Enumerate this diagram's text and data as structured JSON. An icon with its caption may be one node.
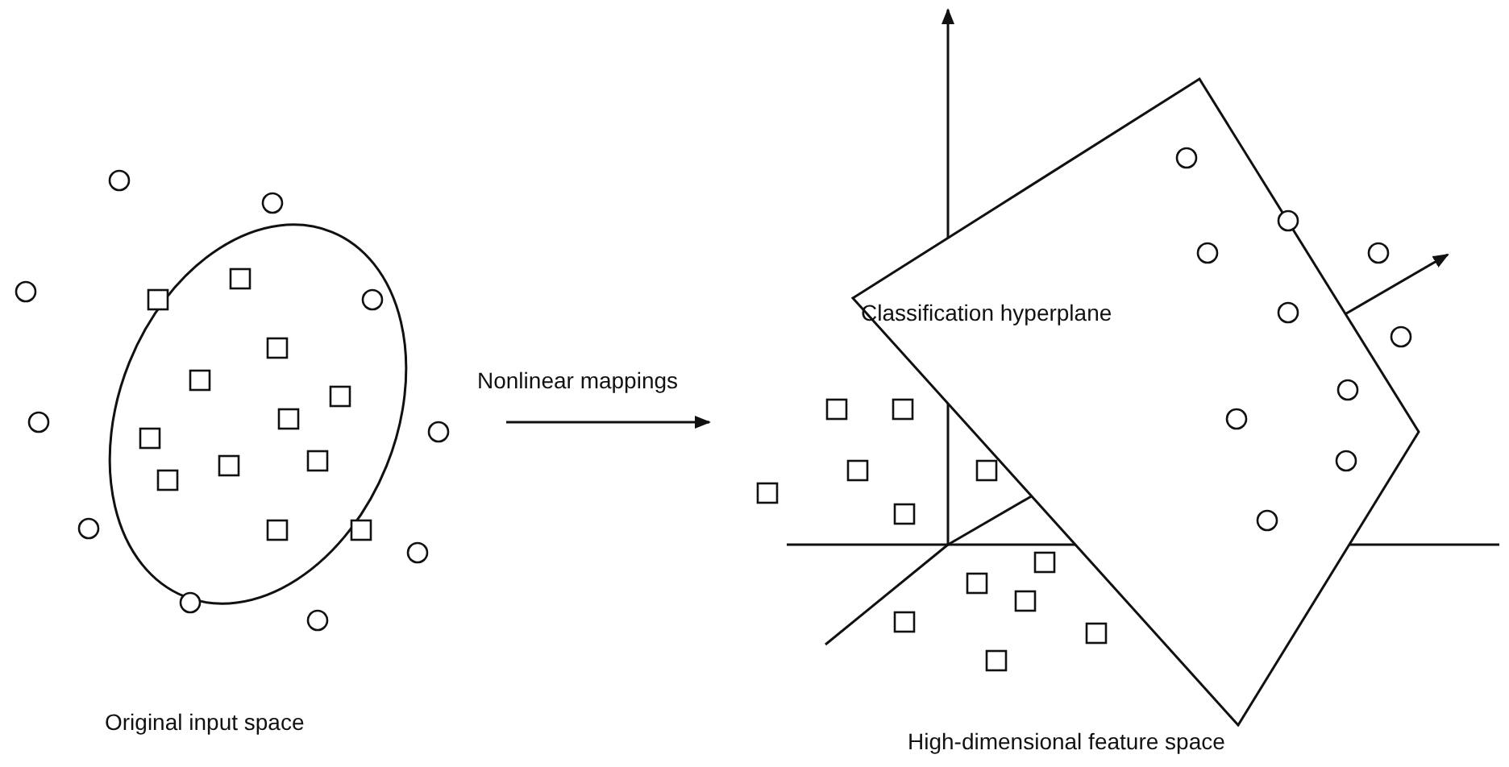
{
  "diagram": {
    "nodes": [
      {
        "text": [
          "Classification hyperplane"
        ]
      }
    ],
    "labels": [
      "Original input space",
      "Nonlinear mappings",
      "High-dimensional feature space"
    ]
  }
}
